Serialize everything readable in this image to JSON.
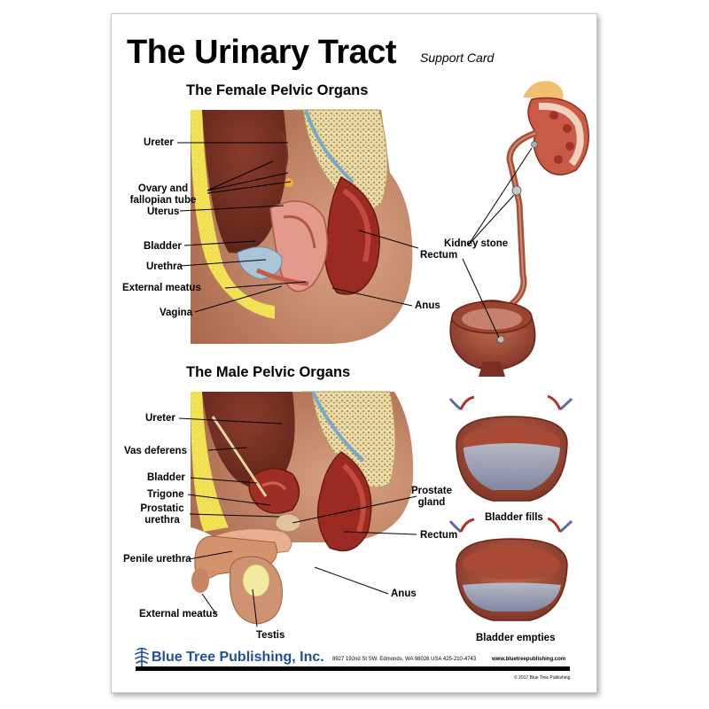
{
  "header": {
    "title": "The Urinary Tract",
    "subtitle": "Support Card"
  },
  "female": {
    "heading": "The Female Pelvic Organs",
    "labels": {
      "ureter": "Ureter",
      "ovary_line1": "Ovary and",
      "ovary_line2": "fallopian tube",
      "uterus": "Uterus",
      "bladder": "Bladder",
      "urethra": "Urethra",
      "external_meatus": "External meatus",
      "vagina": "Vagina",
      "rectum": "Rectum",
      "anus": "Anus"
    }
  },
  "kidney": {
    "stone_label": "Kidney stone"
  },
  "male": {
    "heading": "The Male Pelvic Organs",
    "labels": {
      "ureter": "Ureter",
      "vas_deferens": "Vas deferens",
      "bladder": "Bladder",
      "trigone": "Trigone",
      "prostatic_line1": "Prostatic",
      "prostatic_line2": "urethra",
      "penile_urethra": "Penile urethra",
      "external_meatus": "External meatus",
      "testis": "Testis",
      "prostate_line1": "Prostate",
      "prostate_line2": "gland",
      "rectum": "Rectum",
      "anus": "Anus"
    }
  },
  "bladder_states": {
    "fills": "Bladder fills",
    "empties": "Bladder empties"
  },
  "footer": {
    "brand": "Blue Tree Publishing, Inc.",
    "address": "8927 192nd St SW, Edmonds, WA 98026 USA 425-210-4743",
    "website": "www.bluetreepublishing.com",
    "copyright": "© 2017 Blue Tree Publishing"
  },
  "colors": {
    "skin": "#c98a6a",
    "muscle": "#b03a34",
    "fat": "#f2e14a",
    "bone": "#e8d9a8",
    "urine": "#b9cfe0",
    "brand_blue": "#1f4f9c"
  },
  "icons": {
    "brand_logo": "tree-icon"
  }
}
